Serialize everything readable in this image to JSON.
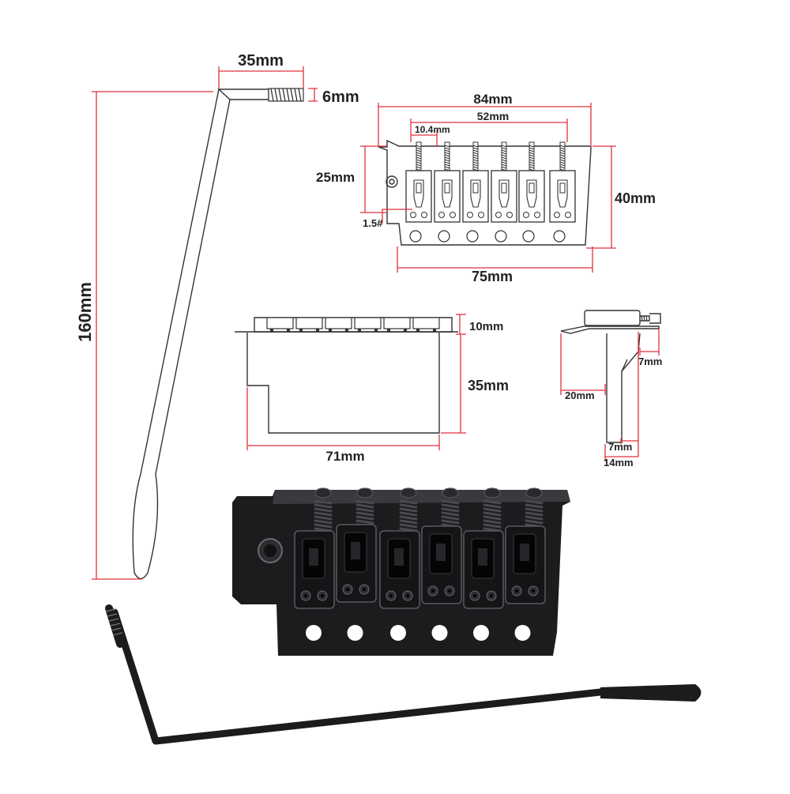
{
  "labels": {
    "arm_length": "35mm",
    "arm_thread": "6mm",
    "arm_height": "160mm",
    "bridge_width": "84mm",
    "string_spacing": "52mm",
    "saddle_width": "10.4mm",
    "saddle_height": "25mm",
    "plate_height": "40mm",
    "hex_key": "1.5#",
    "hole_span": "75mm",
    "top_height": "10mm",
    "block_height": "35mm",
    "block_width": "71mm",
    "side_offset": "7mm",
    "side_depth": "20mm",
    "side_block": "7mm",
    "side_total": "14mm"
  },
  "colors": {
    "dimension": "#e0323c",
    "line": "#333333",
    "hardware": "#1c1c1e",
    "hardware_highlight": "#4a4a4e"
  },
  "icons": {
    "arm": "tremolo-arm-icon",
    "bridge": "tremolo-bridge-icon"
  }
}
